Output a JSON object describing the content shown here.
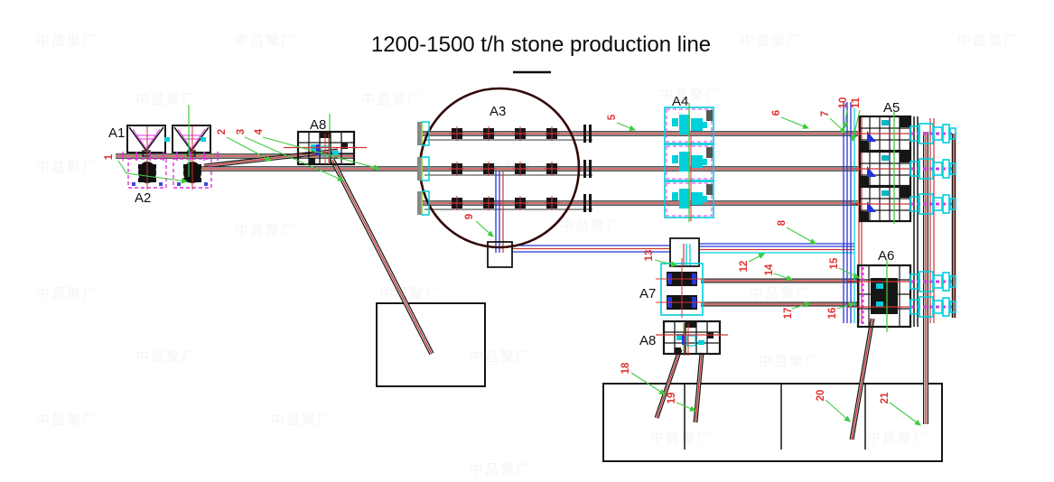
{
  "title": {
    "text": "1200-1500 t/h stone production line"
  },
  "watermark": {
    "text": "中昌聚厂"
  },
  "equipment": {
    "a1": {
      "label": "A1"
    },
    "a2": {
      "label": "A2"
    },
    "a3": {
      "label": "A3"
    },
    "a4": {
      "label": "A4"
    },
    "a5": {
      "label": "A5"
    },
    "a6": {
      "label": "A6"
    },
    "a7": {
      "label": "A7"
    },
    "a8_top": {
      "label": "A8"
    },
    "a8_bottom": {
      "label": "A8"
    }
  },
  "flow_labels": {
    "1": "1",
    "2": "2",
    "3": "3",
    "4": "4",
    "5": "5",
    "6": "6",
    "7": "7",
    "8": "8",
    "9": "9",
    "10": "10",
    "11": "11",
    "12": "12",
    "13": "13",
    "14": "14",
    "15": "15",
    "16": "16",
    "17": "17",
    "18": "18",
    "19": "19",
    "20": "20",
    "21": "21"
  },
  "colors": {
    "conveyor_outline": "#1c1c1c",
    "conveyor_center": "#c8403d",
    "leader_green": "#3ecb3e",
    "label_red": "#e03434",
    "equipment_cyan": "#00cfdc",
    "detail_magenta": "#e431e4",
    "pipe_blue": "#2736d6",
    "circle_maroon": "#330707",
    "text_black": "#111111"
  }
}
